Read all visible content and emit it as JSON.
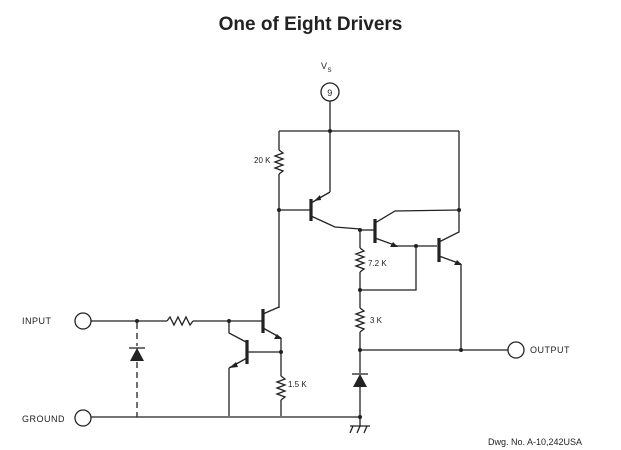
{
  "title": "One of Eight Drivers",
  "supply_label": "V",
  "supply_subscript": "S",
  "supply_pin": "9",
  "input_label": "INPUT",
  "ground_label": "GROUND",
  "output_label": "OUTPUT",
  "resistors": {
    "r_20k": "20 K",
    "r_7k2": "7.2 K",
    "r_3k": "3 K",
    "r_1k5": "1.5 K"
  },
  "drawing_number": "Dwg. No. A-10,242USA"
}
